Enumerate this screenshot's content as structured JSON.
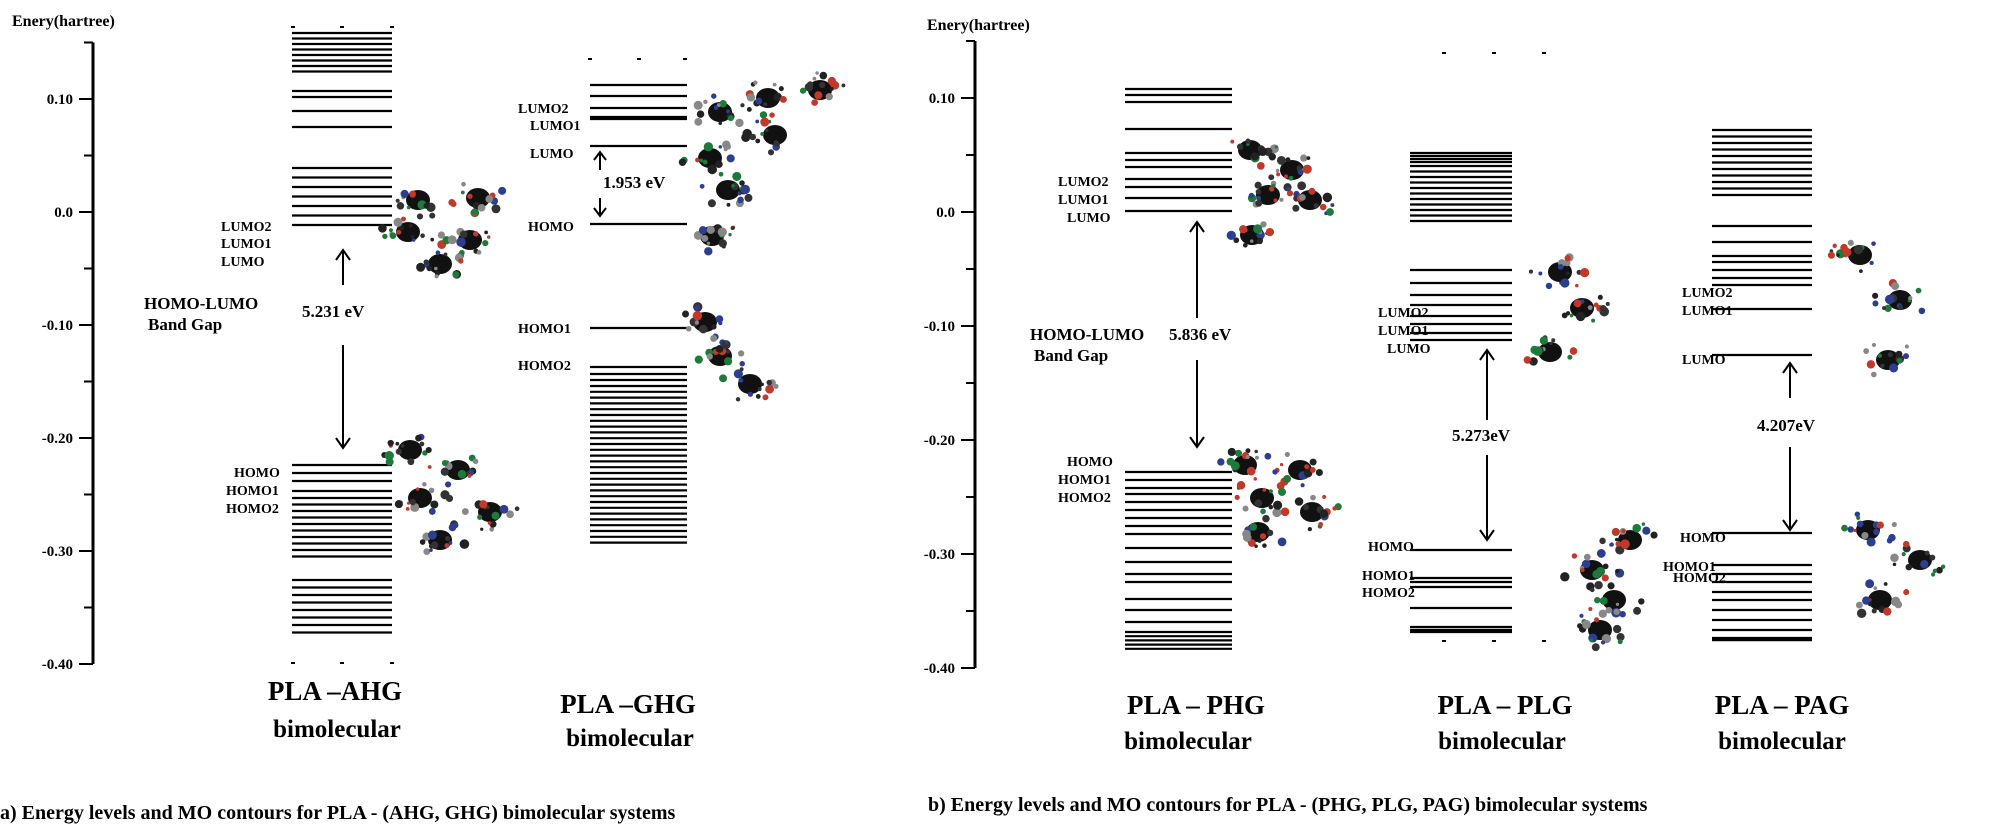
{
  "panels": [
    {
      "id": "a",
      "axis_label": "Enery(hartree)",
      "ticks": [
        "0.10",
        "0.0",
        "-0.10",
        "-0.20",
        "-0.30",
        "-0.40"
      ],
      "tick_values": [
        0.1,
        0.0,
        -0.1,
        -0.2,
        -0.3,
        -0.4
      ],
      "caption": "a) Energy levels and MO contours for PLA - (AHG, GHG) bimolecular systems",
      "annotation": {
        "line1": "HOMO-LUMO",
        "line2": "Band Gap"
      },
      "systems": [
        {
          "title": "PLA –AHG",
          "subtitle": "bimolecular",
          "gap": "5.231 eV",
          "level_labels": [
            "LUMO2",
            "LUMO1",
            "LUMO",
            "HOMO",
            "HOMO1",
            "HOMO2"
          ]
        },
        {
          "title": "PLA –GHG",
          "subtitle": "bimolecular",
          "gap": "1.953 eV",
          "level_labels": [
            "LUMO2",
            "LUMO1",
            "LUMO",
            "HOMO",
            "HOMO1",
            "HOMO2"
          ]
        }
      ]
    },
    {
      "id": "b",
      "axis_label": "Enery(hartree)",
      "ticks": [
        "0.10",
        "0.0",
        "-0.10",
        "-0.20",
        "-0.30",
        "-0.40"
      ],
      "tick_values": [
        0.1,
        0.0,
        -0.1,
        -0.2,
        -0.3,
        -0.4
      ],
      "caption": "b) Energy levels and MO contours for PLA - (PHG, PLG, PAG) bimolecular systems",
      "annotation": {
        "line1": "HOMO-LUMO",
        "line2": "Band Gap"
      },
      "systems": [
        {
          "title": "PLA – PHG",
          "subtitle": "bimolecular",
          "gap": "5.836 eV",
          "level_labels": [
            "LUMO2",
            "LUMO1",
            "LUMO",
            "HOMO",
            "HOMO1",
            "HOMO2"
          ]
        },
        {
          "title": "PLA – PLG",
          "subtitle": "bimolecular",
          "gap": "5.273eV",
          "level_labels": [
            "LUMO2",
            "LUMO1",
            "LUMO",
            "HOMO",
            "HOMO1",
            "HOMO2"
          ]
        },
        {
          "title": "PLA – PAG",
          "subtitle": "bimolecular",
          "gap": "4.207eV",
          "level_labels": [
            "LUMO2",
            "LUMO1",
            "LUMO",
            "HOMO",
            "HOMO1",
            "HOMO2"
          ]
        }
      ]
    }
  ]
}
